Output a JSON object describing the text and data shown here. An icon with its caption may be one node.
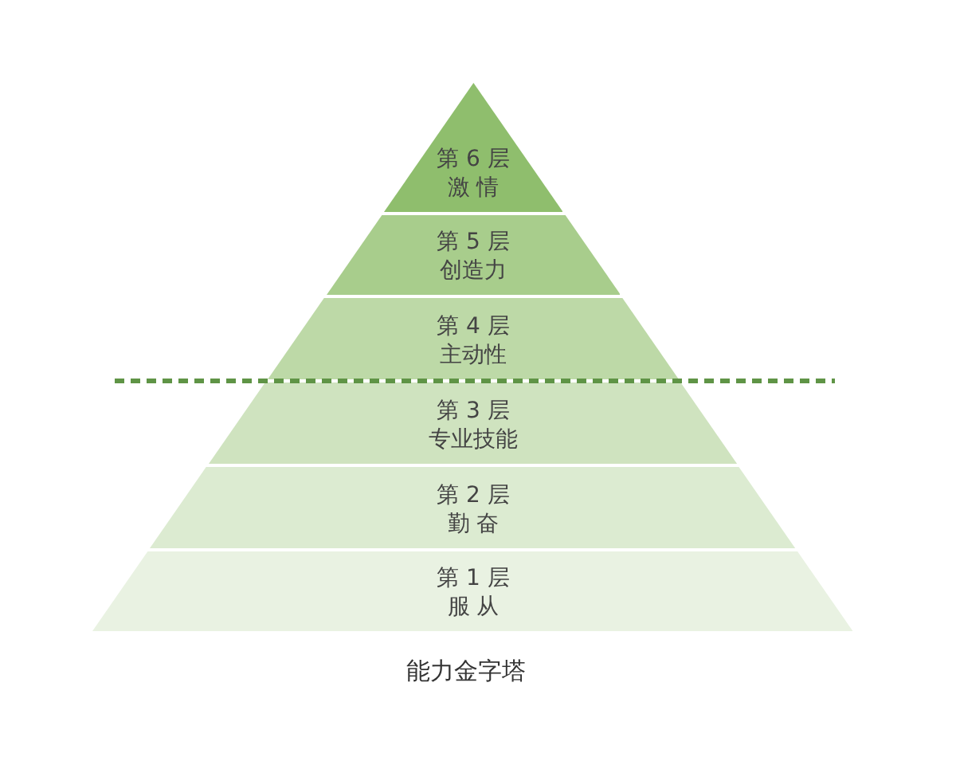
{
  "diagram": {
    "caption": "能力金字塔",
    "nodes": [
      {
        "text": [
          "第 6 层",
          "激 情"
        ]
      },
      {
        "text": [
          "第 5 层",
          "创造力"
        ]
      },
      {
        "text": [
          "第 4 层",
          "主动性"
        ]
      },
      {
        "text": [
          "第 3 层",
          "专业技能"
        ]
      },
      {
        "text": [
          "第 2 层",
          "勤 奋"
        ]
      },
      {
        "text": [
          "第 1 层",
          "服 从"
        ]
      }
    ]
  }
}
